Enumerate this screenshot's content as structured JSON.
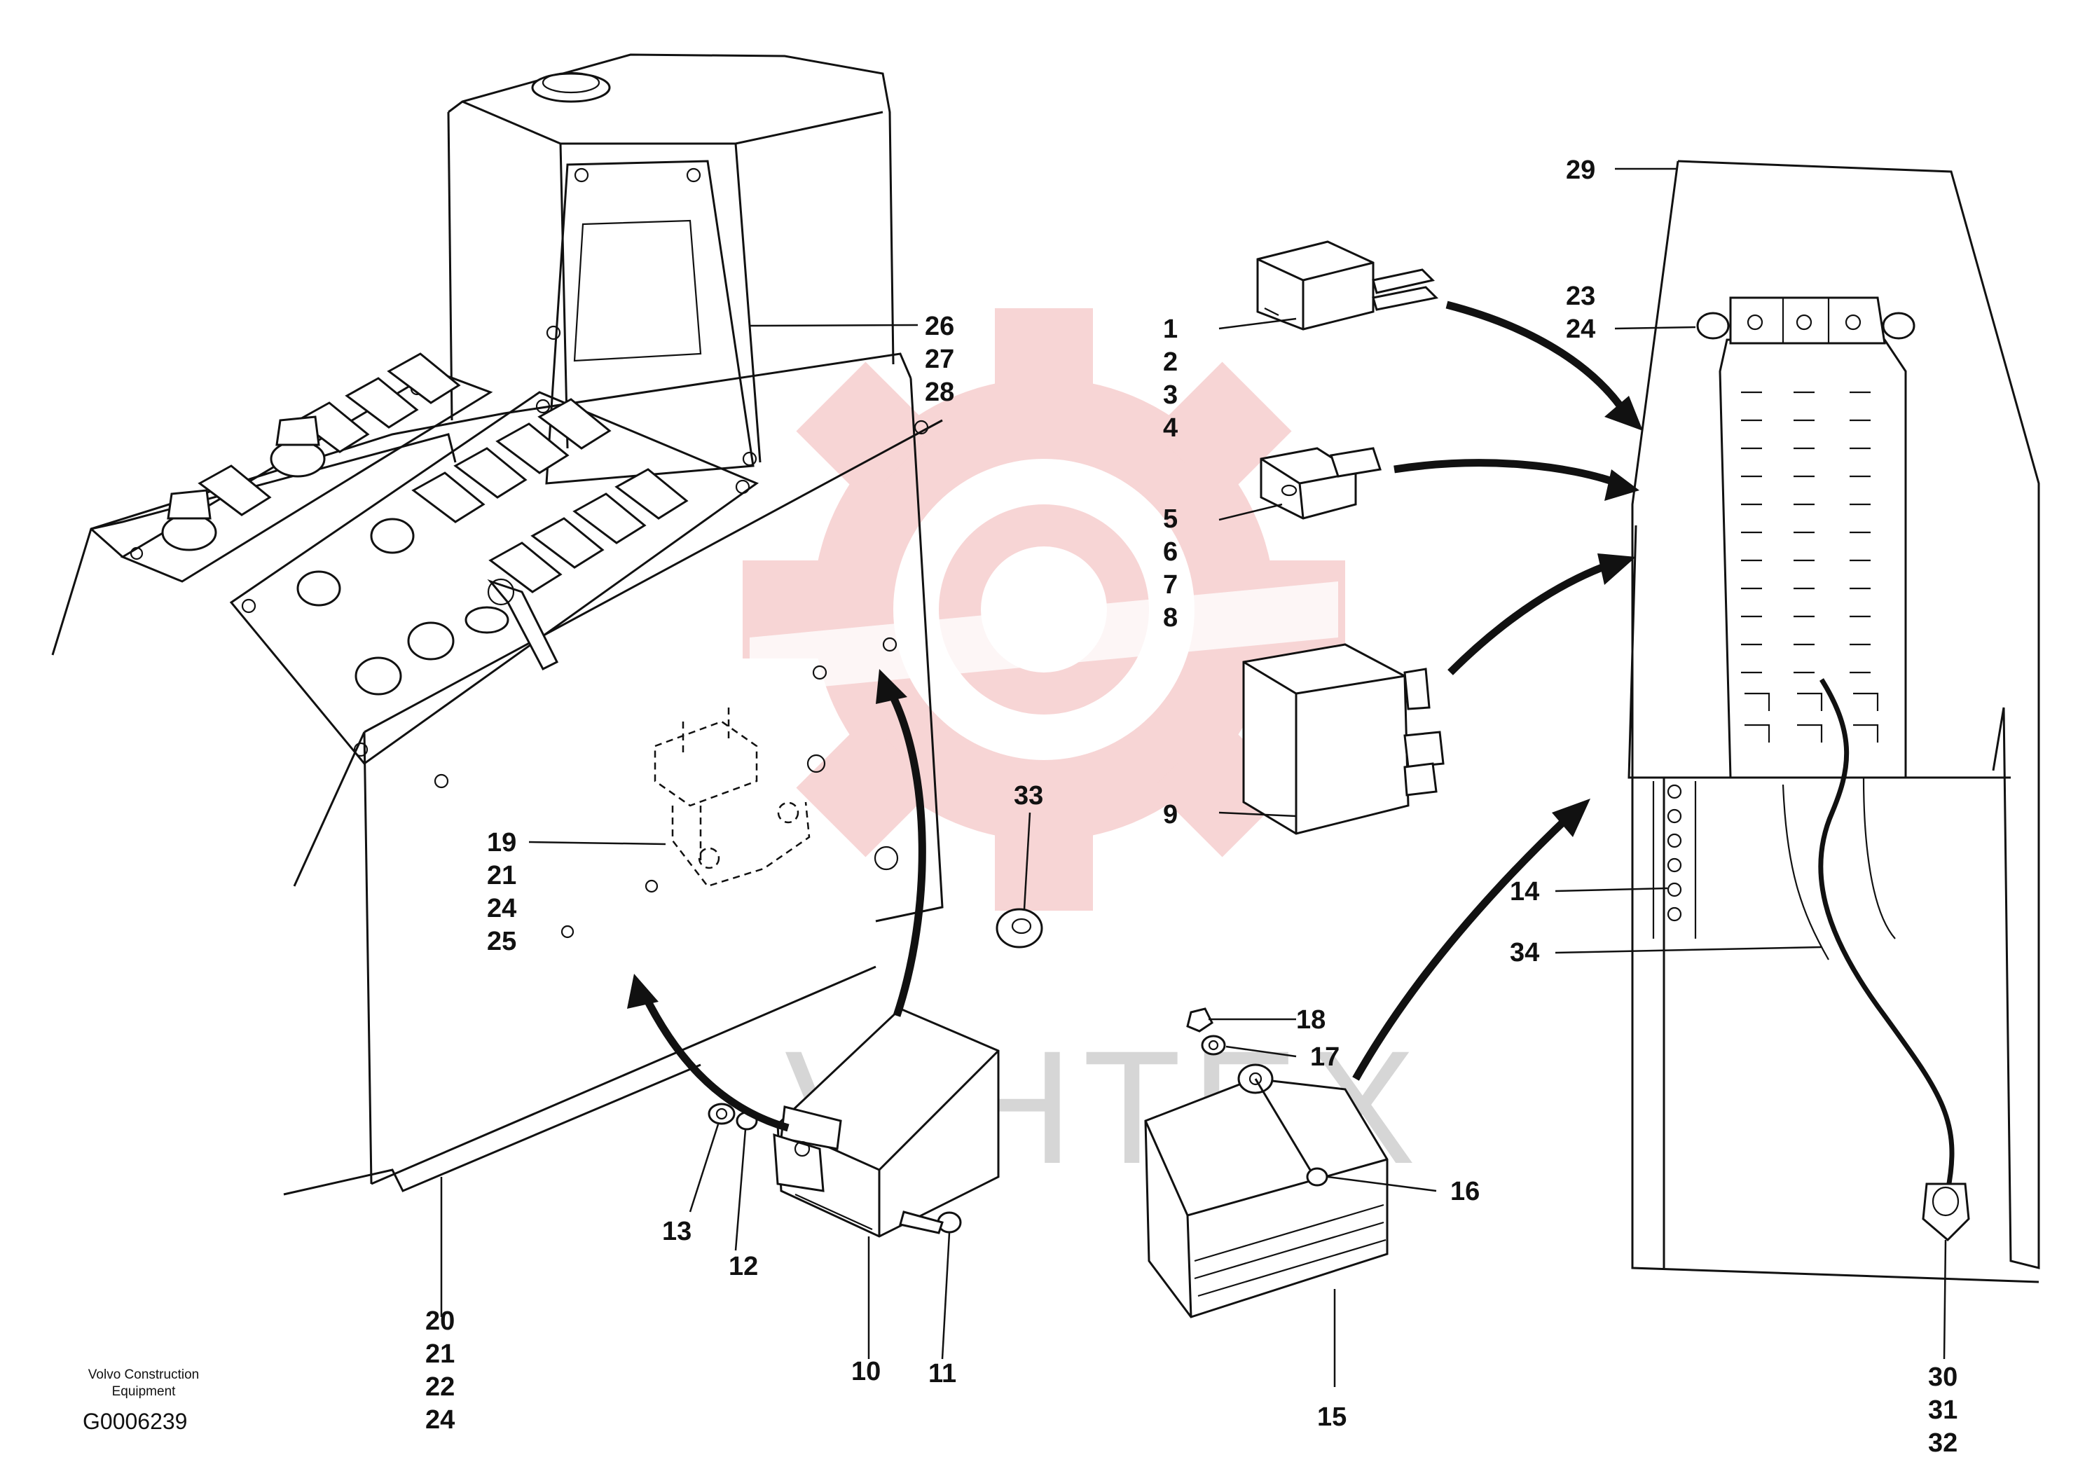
{
  "watermark": {
    "text": "VIHTEX",
    "color": "#f6c9c9"
  },
  "footer": {
    "company": [
      "Volvo Construction",
      "Equipment"
    ],
    "code": "G0006239"
  },
  "callouts": {
    "c1": [
      "1",
      "2",
      "3",
      "4"
    ],
    "c5": [
      "5",
      "6",
      "7",
      "8"
    ],
    "c9": [
      "9"
    ],
    "c10": [
      "10"
    ],
    "c11": [
      "11"
    ],
    "c12": [
      "12"
    ],
    "c13": [
      "13"
    ],
    "c14": [
      "14"
    ],
    "c15": [
      "15"
    ],
    "c16": [
      "16"
    ],
    "c17": [
      "17"
    ],
    "c18": [
      "18"
    ],
    "c19": [
      "19",
      "21",
      "24",
      "25"
    ],
    "c20": [
      "20",
      "21",
      "22",
      "24"
    ],
    "c23": [
      "23",
      "24"
    ],
    "c26": [
      "26",
      "27",
      "28"
    ],
    "c29": [
      "29"
    ],
    "c30": [
      "30",
      "31",
      "32"
    ],
    "c33": [
      "33"
    ],
    "c34": [
      "34"
    ]
  }
}
